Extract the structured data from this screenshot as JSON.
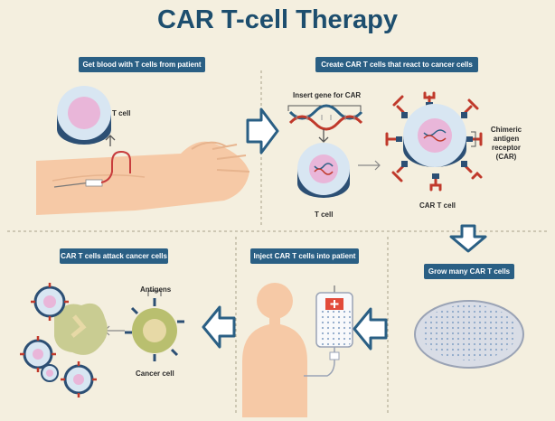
{
  "title": "CAR T-cell Therapy",
  "steps": {
    "step1": "Get blood with T cells from patient",
    "step2": "Create CAR T cells that react to cancer cells",
    "step3": "Grow many CAR T cells",
    "step4": "Inject CAR T cells into patient",
    "step5": "CAR T cells attack cancer cells"
  },
  "labels": {
    "t_cell_top": "T cell",
    "insert_gene": "Insert gene for CAR",
    "t_cell_mid": "T cell",
    "car_t_cell": "CAR T cell",
    "chimeric_1": "Chimeric",
    "chimeric_2": "antigen",
    "chimeric_3": "receptor",
    "chimeric_4": "(CAR)",
    "antigens": "Antigens",
    "cancer_cell": "Cancer cell"
  },
  "colors": {
    "background": "#f4efdf",
    "title": "#1d4e6e",
    "pill": "#2a5f84",
    "arrow": "#2a5f84",
    "cell_outer": "#cfe0f0",
    "cell_inner": "#e6a8d2",
    "receptor": "#c0392b",
    "cancer": "#b5bb6a",
    "skin": "#f6c9a6"
  }
}
